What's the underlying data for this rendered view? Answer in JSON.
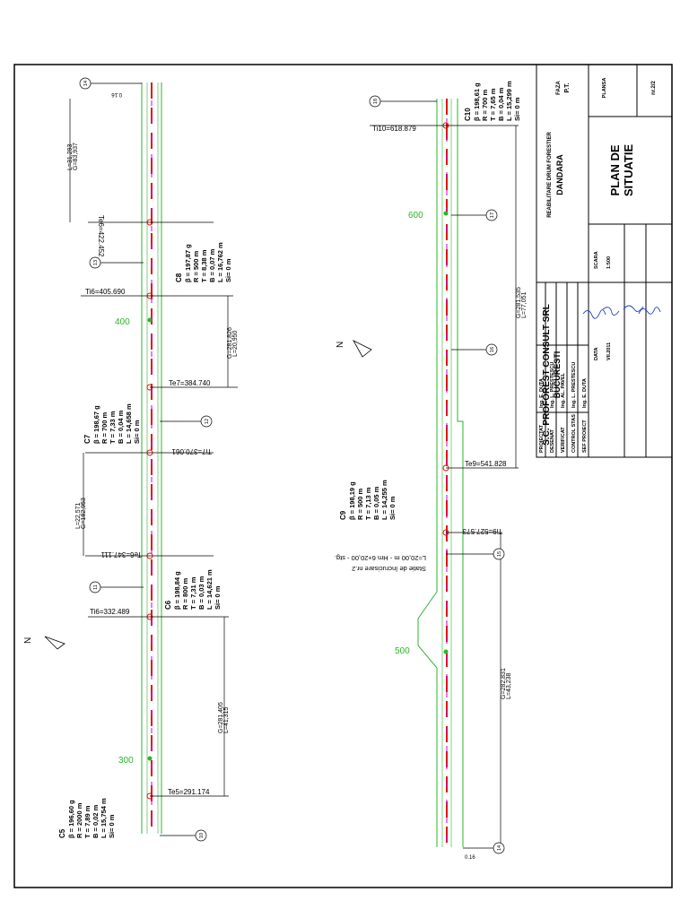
{
  "title_block": {
    "company": "S.C. PROFOREST CONSULT SRL",
    "city": "BUCURESTI",
    "project_line1": "REABILITARE DRUM FORESTIER",
    "project_line2": "DANDARA",
    "drawing_title_line1": "PLAN DE",
    "drawing_title_line2": "SITUATIE",
    "phase_label": "FAZA",
    "phase_value": "P.T.",
    "sheet_label": "PLANSA",
    "sheet_value": "nr.2/2",
    "scale_label": "SCARA",
    "scale_value": "1:500",
    "date_label": "DATA",
    "date_value": "VII.2011",
    "roles": [
      {
        "role": "PROIECTAT",
        "name": "Ing. E. DUTA"
      },
      {
        "role": "DESENAT",
        "name": "Ing. L. PRESTESCU"
      },
      {
        "role": "VERIFICAT",
        "name": "Ing. AL. PAVEL"
      },
      {
        "role": "CONTROL STAS",
        "name": "Ing. L. PRESTESCU"
      },
      {
        "role": "SEF PROIECT",
        "name": "Ing. E. DUTA"
      }
    ]
  },
  "stations_left": [
    {
      "label": "Te6=422.452"
    },
    {
      "label": "Ti6=405.690"
    },
    {
      "label": "Te7=384.740"
    },
    {
      "label": "Ti7=370.061"
    },
    {
      "label": "Te6=347.111"
    },
    {
      "label": "Ti6=332.489"
    },
    {
      "label": "Te5=291.174"
    }
  ],
  "stations_right": [
    {
      "label": "Ti10=618.879"
    },
    {
      "label": "Te9=541.828"
    },
    {
      "label": "Ti9=527.573"
    }
  ],
  "chainage_left": [
    "400",
    "300"
  ],
  "chainage_right": [
    "600",
    "500"
  ],
  "curves": [
    {
      "name": "C5",
      "lines": [
        "β = 196,60 g",
        "R = 2000 m",
        "T = 7,89 m",
        "B = 0,02 m",
        "L = 15,754 m",
        "Si= 0 m"
      ]
    },
    {
      "name": "C6",
      "lines": [
        "β = 198,84 g",
        "R = 800 m",
        "T = 7,31 m",
        "B = 0,03 m",
        "L = 14,621 m",
        "Si= 0 m"
      ]
    },
    {
      "name": "C7",
      "lines": [
        "β = 198,67 g",
        "R = 700 m",
        "T = 7,33 m",
        "B = 0,04 m",
        "L = 14,658 m",
        "Si= 0 m"
      ]
    },
    {
      "name": "C8",
      "lines": [
        "β = 197,87 g",
        "R = 500 m",
        "T = 8,38 m",
        "B = 0,07 m",
        "L = 16,762 m",
        "Si= 0 m"
      ]
    },
    {
      "name": "C9",
      "lines": [
        "β = 198,19 g",
        "R = 500 m",
        "T = 7,13 m",
        "B = 0,05 m",
        "L = 14,255 m",
        "Si= 0 m"
      ]
    },
    {
      "name": "C10",
      "lines": [
        "β = 198,61 g",
        "R = 700 m",
        "T = 7,65 m",
        "B = 0,04 m",
        "L = 15,299 m",
        "Si= 0 m"
      ]
    }
  ],
  "segments_left": [
    {
      "g": "G=83,937",
      "l": "L=31,293"
    },
    {
      "g": "G=281,826",
      "l": "L=20,950"
    },
    {
      "g": "G=182,953",
      "l": "L=22,571"
    },
    {
      "g": "G=281,405",
      "l": "L=41,315"
    }
  ],
  "segments_right": [
    {
      "g": "G=281,535",
      "l": "L=77,051"
    },
    {
      "g": "G=282,831",
      "l": "L=43,238"
    }
  ],
  "point_markers": [
    "14",
    "13",
    "12",
    "11",
    "10",
    "18",
    "17",
    "16",
    "15",
    "14"
  ],
  "small_labels": {
    "top_left": "0.16",
    "bottom_right": "0.16"
  },
  "annotation": "Statie de încrucisare nr.2",
  "annotation2": "L=20,00 m - Hm 6+20,00 - stg.",
  "north": "N"
}
